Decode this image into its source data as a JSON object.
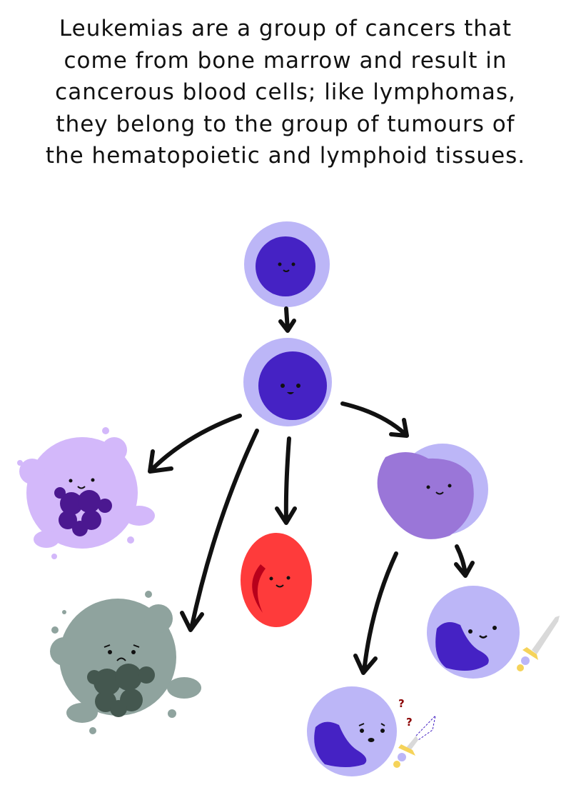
{
  "caption": {
    "lines": [
      "Leukemias are a group of cancers that",
      "come from bone marrow and result in",
      "cancerous blood cells; like lymphomas,",
      "they belong to the group of tumours of",
      "the hematopoietic and lymphoid tissues."
    ]
  },
  "annotations": {
    "question_mark": "?"
  },
  "colors": {
    "cell_light": "#bcb6f7",
    "nucleus": "#4522c4",
    "granulocyte": "#d3b8fa",
    "granulocyte_nucleus": "#4b1890",
    "diseased_cell": "#8fa39e",
    "diseased_nucleus": "#44574f",
    "red_cell": "#fe3b3b",
    "red_cell_dark": "#b8001b",
    "monocyte": "#9a76d8",
    "question": "#8b0000",
    "sword_blade": "#d9d9d9",
    "sword_guard": "#f5d35a"
  }
}
